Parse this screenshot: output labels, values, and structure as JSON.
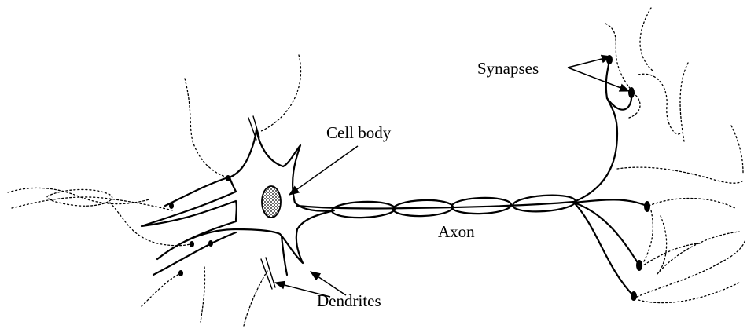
{
  "diagram": {
    "labels": {
      "synapses": "Synapses",
      "cell_body": "Cell body",
      "axon": "Axon",
      "dendrites": "Dendrites"
    }
  }
}
